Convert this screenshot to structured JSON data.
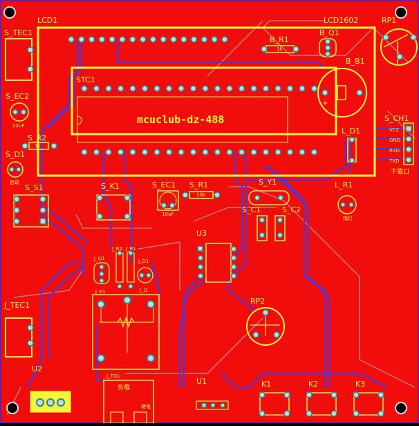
{
  "board": {
    "colors": {
      "copper": "#f20d0d",
      "silk": "#f5f53a",
      "trace_blue": "#3a3af0",
      "pad": "#d4d4d4",
      "pad_hole": "#1a8a8a",
      "edge": "#7a1c8c",
      "outline": "#b0b0b0",
      "background": "#000000"
    },
    "designators": {
      "lcd1": "LCD1",
      "lcd1602": "LCD1602",
      "rp1": "RP1",
      "s_tec1": "S_TEC1",
      "b_r1": "B_R1",
      "b_q1": "B_Q1",
      "b_b1": "B_B1",
      "s_ec2": "S_EC2",
      "stc1": "STC1",
      "s_r2": "S_R2",
      "s_d1": "S_D1",
      "s_ch1": "S_CH1",
      "l_d1": "L_D1",
      "s_k1": "S_K1",
      "s_ec1": "S_EC1",
      "s_r1": "S_R1",
      "s_y1": "S_Y1",
      "l_r1": "L_R1",
      "s_s1": "S_S1",
      "s_c1": "S_C1",
      "s_c2": "S_C2",
      "u3": "U3",
      "rp2": "RP2",
      "j_tec1": "J_TEC1",
      "u2": "U2",
      "u1": "U1",
      "k1": "K1",
      "k2": "K2",
      "k3": "K3"
    },
    "chip_text": "mcuclub-dz-488",
    "small_text": {
      "cap_22uf": "22uF",
      "cap_10uf": "10uF",
      "res_1k_a": "1k",
      "res_1k_b": "1k",
      "res_10k": "10k",
      "vcc": "VCC",
      "gnd": "GND",
      "rxd": "RXD",
      "txd": "TXD",
      "download_port": "下载口",
      "indicator": "指灯",
      "start": "启动",
      "j_q1": "J_Q1",
      "j_r2": "J_R2",
      "j_r1": "J_R1",
      "j_d1": "J_D1",
      "j_k1": "J_K1",
      "j_j1": "J_J1",
      "relay_lbl": "继电",
      "j_tou": "J_TOU",
      "load": "负载"
    }
  }
}
